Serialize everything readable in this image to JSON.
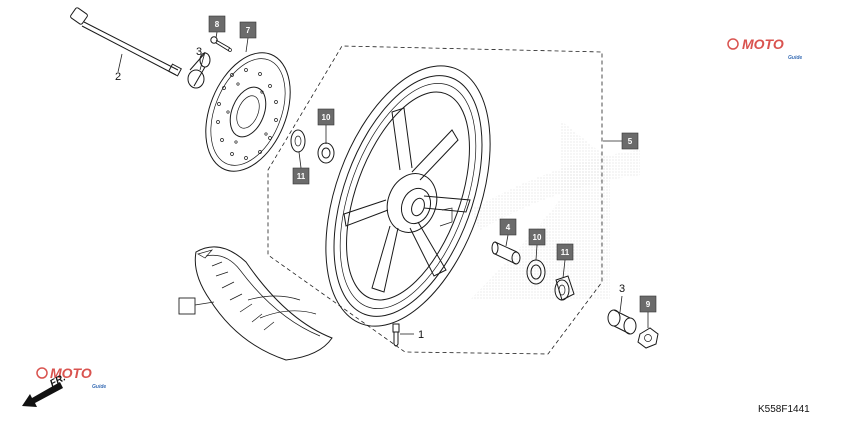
{
  "diagram_code": "K558F1441",
  "direction_label": "FR.",
  "watermark": {
    "top": "MOTO",
    "bottom": "MOTO",
    "sub": "Guide"
  },
  "boxed_parts": [
    {
      "id": "b8",
      "number": "8"
    },
    {
      "id": "b7",
      "number": "7"
    },
    {
      "id": "b10a",
      "number": "10"
    },
    {
      "id": "b11a",
      "number": "11"
    },
    {
      "id": "b5",
      "number": "5"
    },
    {
      "id": "b4",
      "number": "4"
    },
    {
      "id": "b10b",
      "number": "10"
    },
    {
      "id": "b11b",
      "number": "11"
    },
    {
      "id": "b9",
      "number": "9"
    }
  ],
  "plain_parts": [
    {
      "id": "p2",
      "number": "2"
    },
    {
      "id": "p3a",
      "number": "3"
    },
    {
      "id": "p3b",
      "number": "3"
    },
    {
      "id": "p1",
      "number": "1"
    }
  ],
  "colors": {
    "box": "#6b6b6b",
    "watermark_red": "#d9534f",
    "watermark_blue": "#3b6fb6"
  }
}
